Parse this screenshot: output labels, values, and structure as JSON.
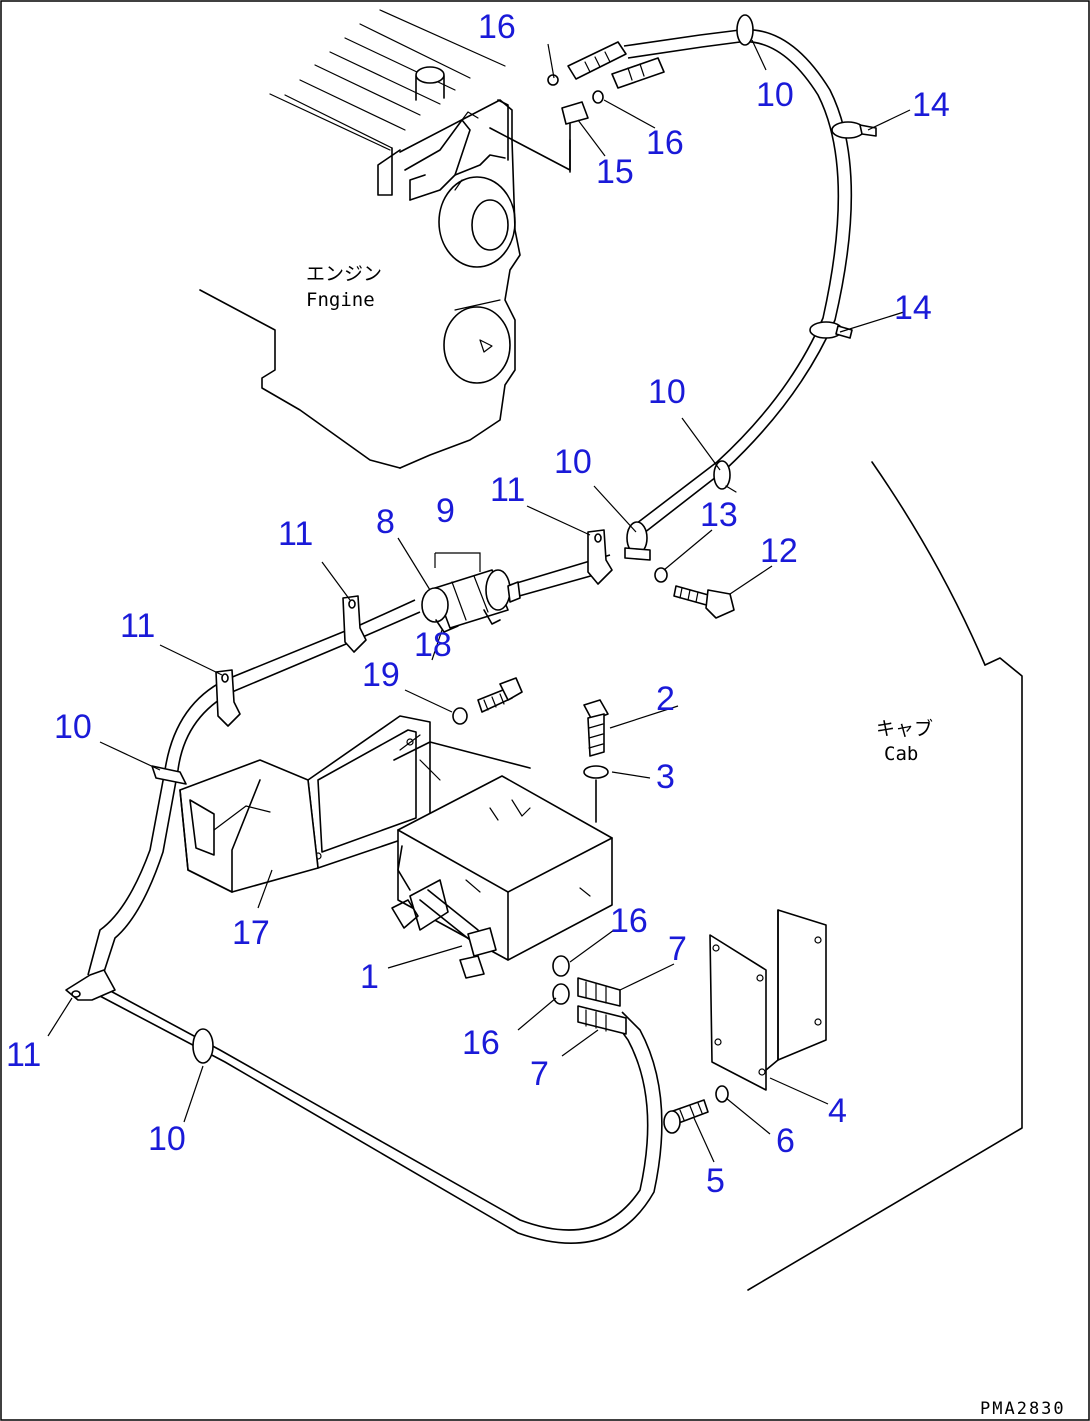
{
  "diagram": {
    "drawing_code": "PMA2830",
    "engine_label": {
      "jp": "エンジン",
      "en": "Fngine"
    },
    "cab_label": {
      "jp": "キャブ",
      "en": "Cab"
    },
    "callouts": [
      "16",
      "10",
      "14",
      "16",
      "15",
      "14",
      "10",
      "10",
      "11",
      "13",
      "12",
      "9",
      "8",
      "11",
      "18",
      "11",
      "19",
      "2",
      "10",
      "3",
      "17",
      "16",
      "7",
      "1",
      "16",
      "7",
      "11",
      "4",
      "6",
      "10",
      "5"
    ]
  }
}
